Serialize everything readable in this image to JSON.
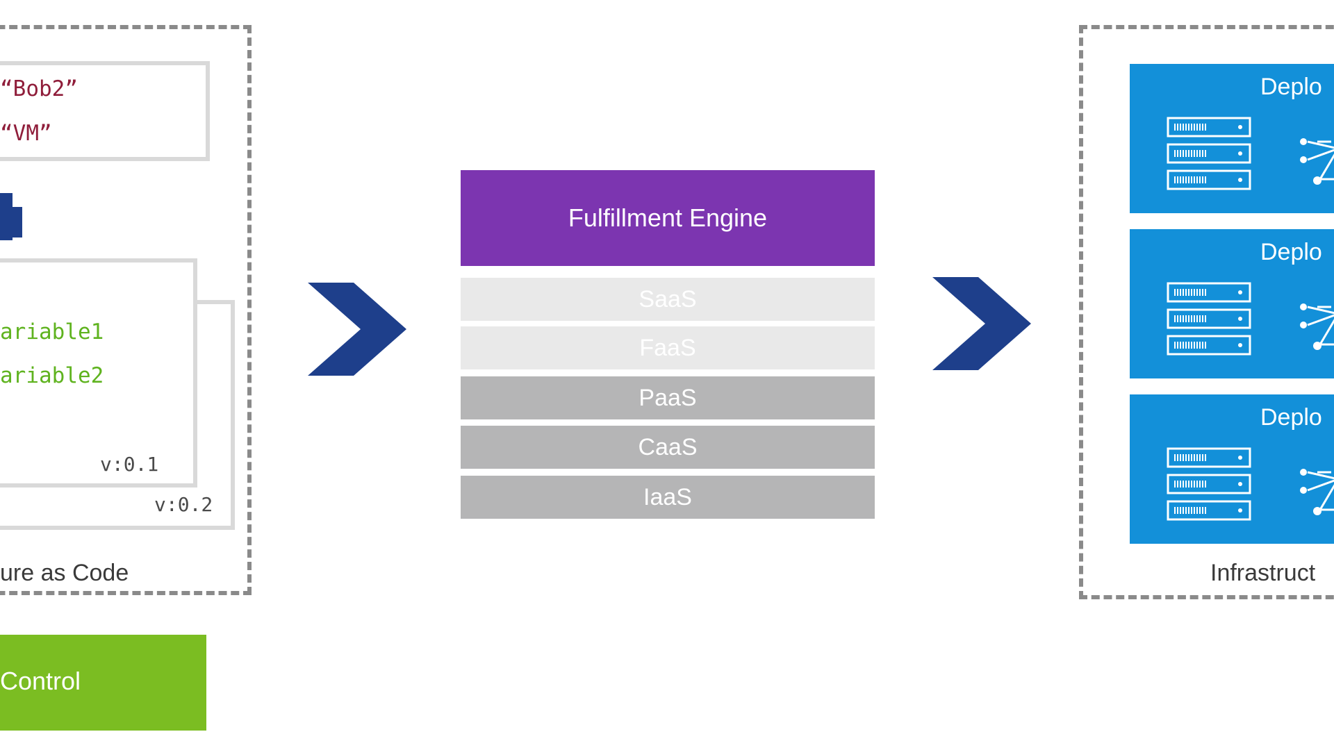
{
  "iac": {
    "code_top": {
      "line1": "“Bob2”",
      "line2": "“VM”"
    },
    "code_template": {
      "line1": "ariable1",
      "line2": "ariable2"
    },
    "version_front": "v:0.1",
    "version_back": "v:0.2",
    "caption": "ure as Code"
  },
  "version_control": {
    "label": "Control"
  },
  "engine": {
    "title": "Fulfillment Engine",
    "layers": [
      "SaaS",
      "FaaS",
      "PaaS",
      "CaaS",
      "IaaS"
    ]
  },
  "infrastructure": {
    "deployments": [
      "Deplo",
      "Deplo",
      "Deplo"
    ],
    "caption": "Infrastruct"
  },
  "colors": {
    "engine": "#7c35b0",
    "deployment": "#1390d9",
    "chevron": "#1e3f8b",
    "version_control": "#7bbd22",
    "layer_light": "#e9e9e9",
    "layer_dark": "#b5b5b6"
  },
  "icons": [
    "plus-icon",
    "chevron-right-icon",
    "server-icon",
    "network-icon"
  ]
}
